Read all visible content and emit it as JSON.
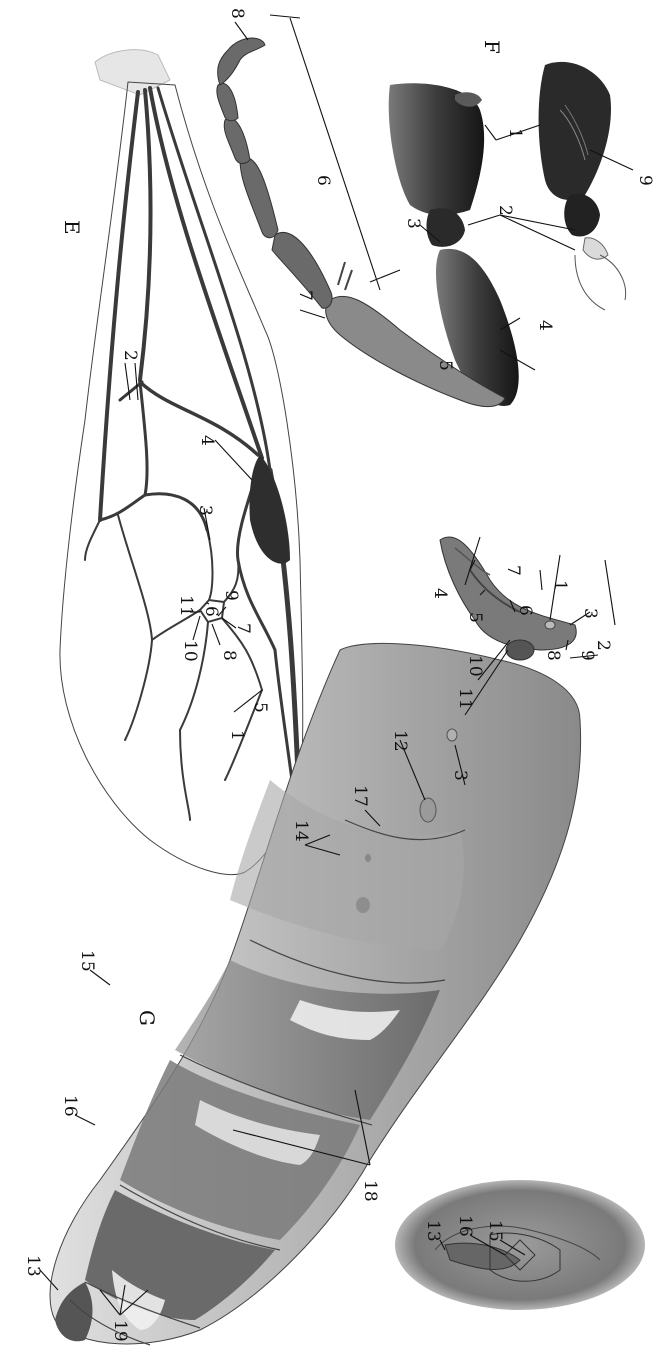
{
  "panels": {
    "E": {
      "letter": "E",
      "callouts": [
        "1",
        "2",
        "3",
        "4",
        "5",
        "6",
        "7",
        "8",
        "9",
        "10",
        "11"
      ]
    },
    "F": {
      "letter": "F",
      "callouts": [
        "1",
        "2",
        "3",
        "4",
        "5",
        "6",
        "7",
        "8",
        "9"
      ]
    },
    "G": {
      "letter": "G",
      "callouts": [
        "1",
        "2",
        "3",
        "3",
        "4",
        "5",
        "6",
        "7",
        "8",
        "9",
        "10",
        "11",
        "12",
        "13",
        "13",
        "14",
        "15",
        "15",
        "16",
        "16",
        "17",
        "18",
        "19"
      ]
    }
  },
  "colors": {
    "wing_vein": "#3a3a3a",
    "pterostigma": "#2e2e2e",
    "leg_dark": "#1e1e1e",
    "abdomen_light": "#bdbdbd",
    "abdomen_mid": "#8f8f8f",
    "abdomen_dark": "#6e6e6e",
    "background": "#ffffff"
  }
}
